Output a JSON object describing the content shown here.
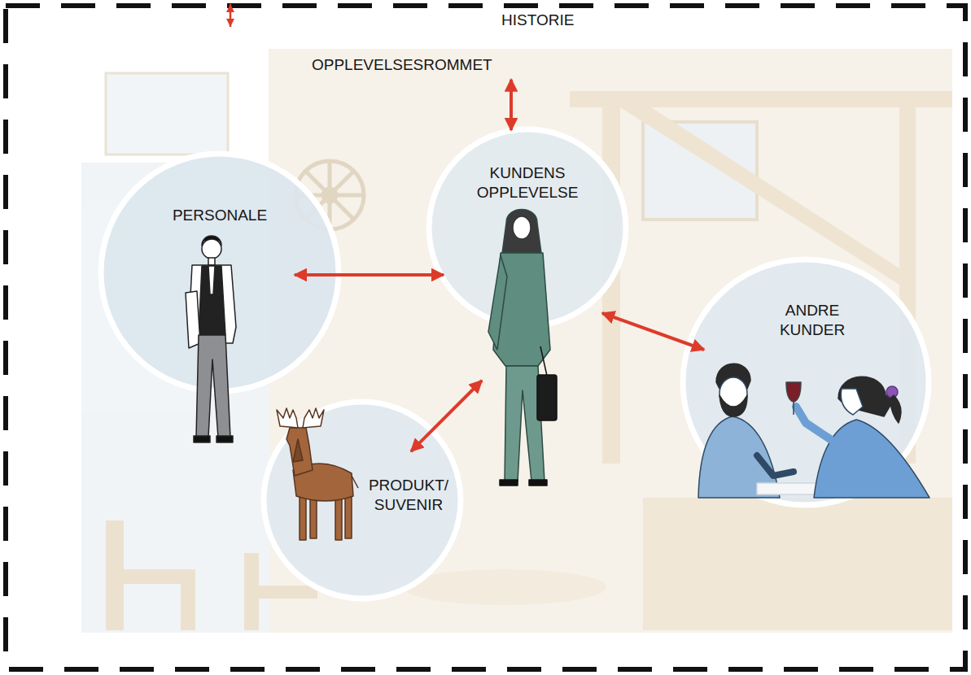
{
  "diagram": {
    "nodes": [
      {
        "text": [
          "OPPLEVELSESROMMET"
        ]
      },
      {
        "text": [
          "PERSONALE"
        ]
      },
      {
        "text": [
          "KUNDENS OPPLEVELSE"
        ]
      },
      {
        "text": [
          "ANDRE KUNDER"
        ]
      },
      {
        "text": [
          "PRODUKT/ SUVENIR"
        ]
      }
    ],
    "edges": [
      {
        "from": 0,
        "to": 2,
        "arrow": "both"
      },
      {
        "from": 1,
        "to": 2,
        "arrow": "both"
      },
      {
        "from": 2,
        "to": 3,
        "arrow": "both"
      },
      {
        "from": 2,
        "to": 4,
        "arrow": "both"
      }
    ],
    "labels": [
      "HISTORIE"
    ]
  }
}
